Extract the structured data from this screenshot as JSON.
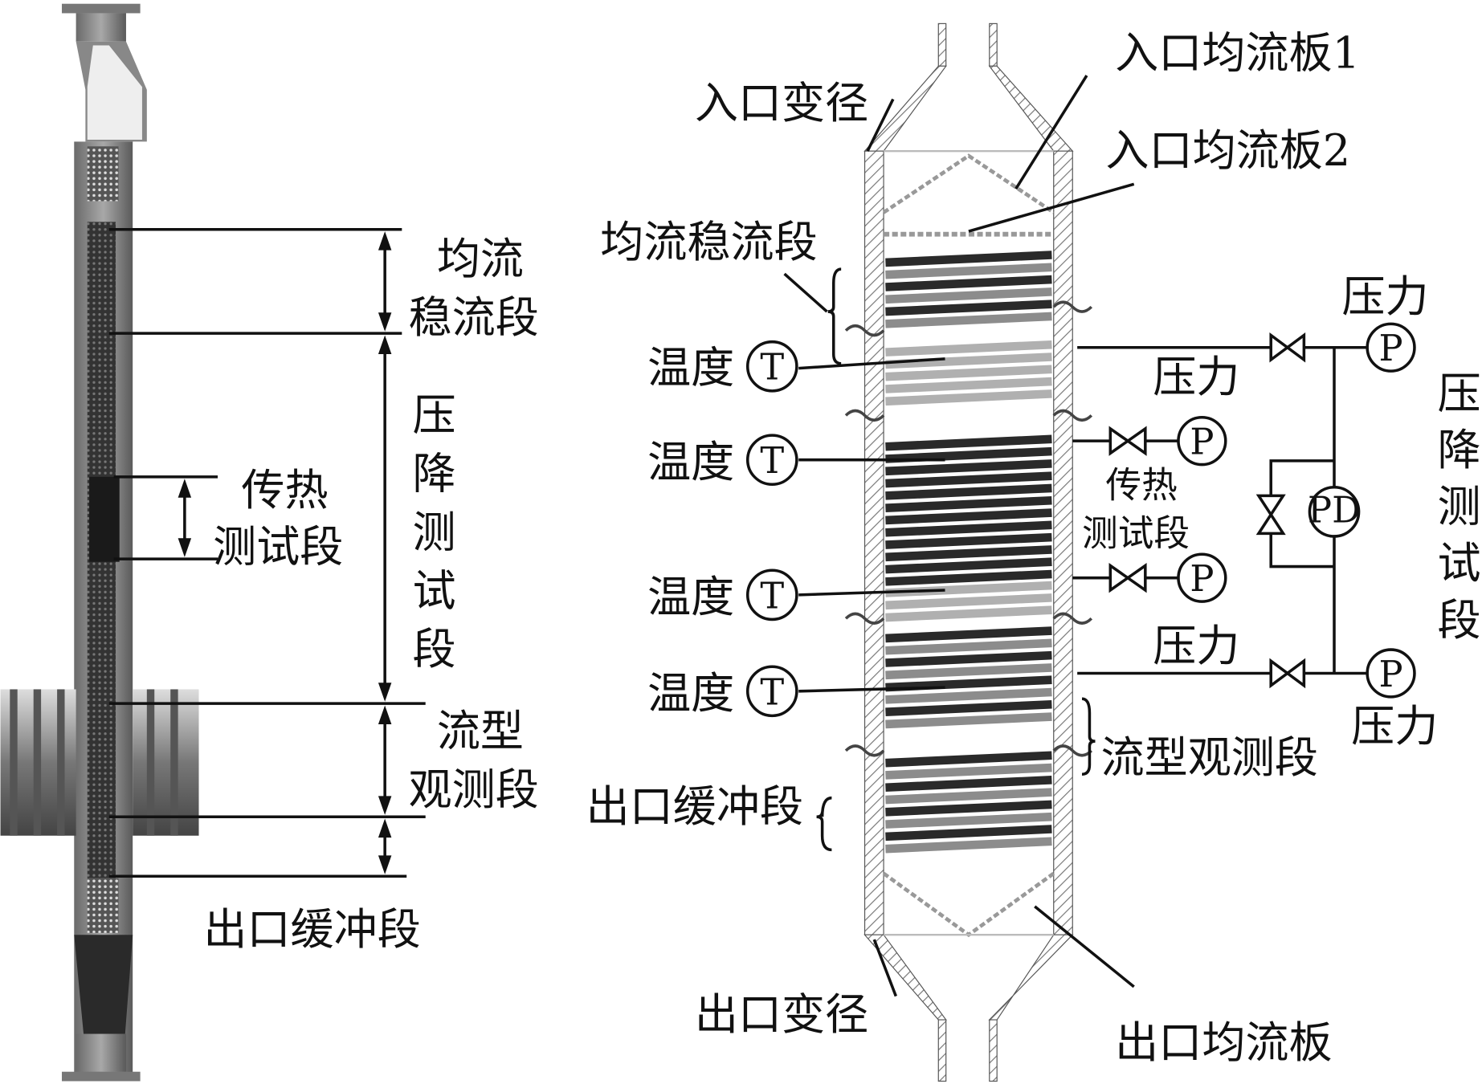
{
  "left": {
    "stabilize_l1": "均流",
    "stabilize_l2": "稳流段",
    "pressure_drop_vertical": "压降测试段",
    "heat_l1": "传热",
    "heat_l2": "测试段",
    "flow_l1": "流型",
    "flow_l2": "观测段",
    "outlet_buffer": "出口缓冲段"
  },
  "right": {
    "inlet_reducer": "入口变径",
    "inlet_plate_1": "入口均流板1",
    "inlet_plate_2": "入口均流板2",
    "stabilize": "均流稳流段",
    "temperature": "温度",
    "temp_symbol": "T",
    "pressure": "压力",
    "pressure_symbol": "P",
    "diff_pressure_symbol": "PD",
    "heat_l1": "传热",
    "heat_l2": "测试段",
    "pressure_drop_vertical": "压降测试段",
    "flow_pattern": "流型观测段",
    "outlet_buffer": "出口缓冲段",
    "outlet_reducer": "出口变径",
    "outlet_plate": "出口均流板"
  },
  "colors": {
    "line": "#111111",
    "wall": "#8a8a8a",
    "tube_dark": "#2a2a2a",
    "tube_mid": "#8c8c8c"
  }
}
